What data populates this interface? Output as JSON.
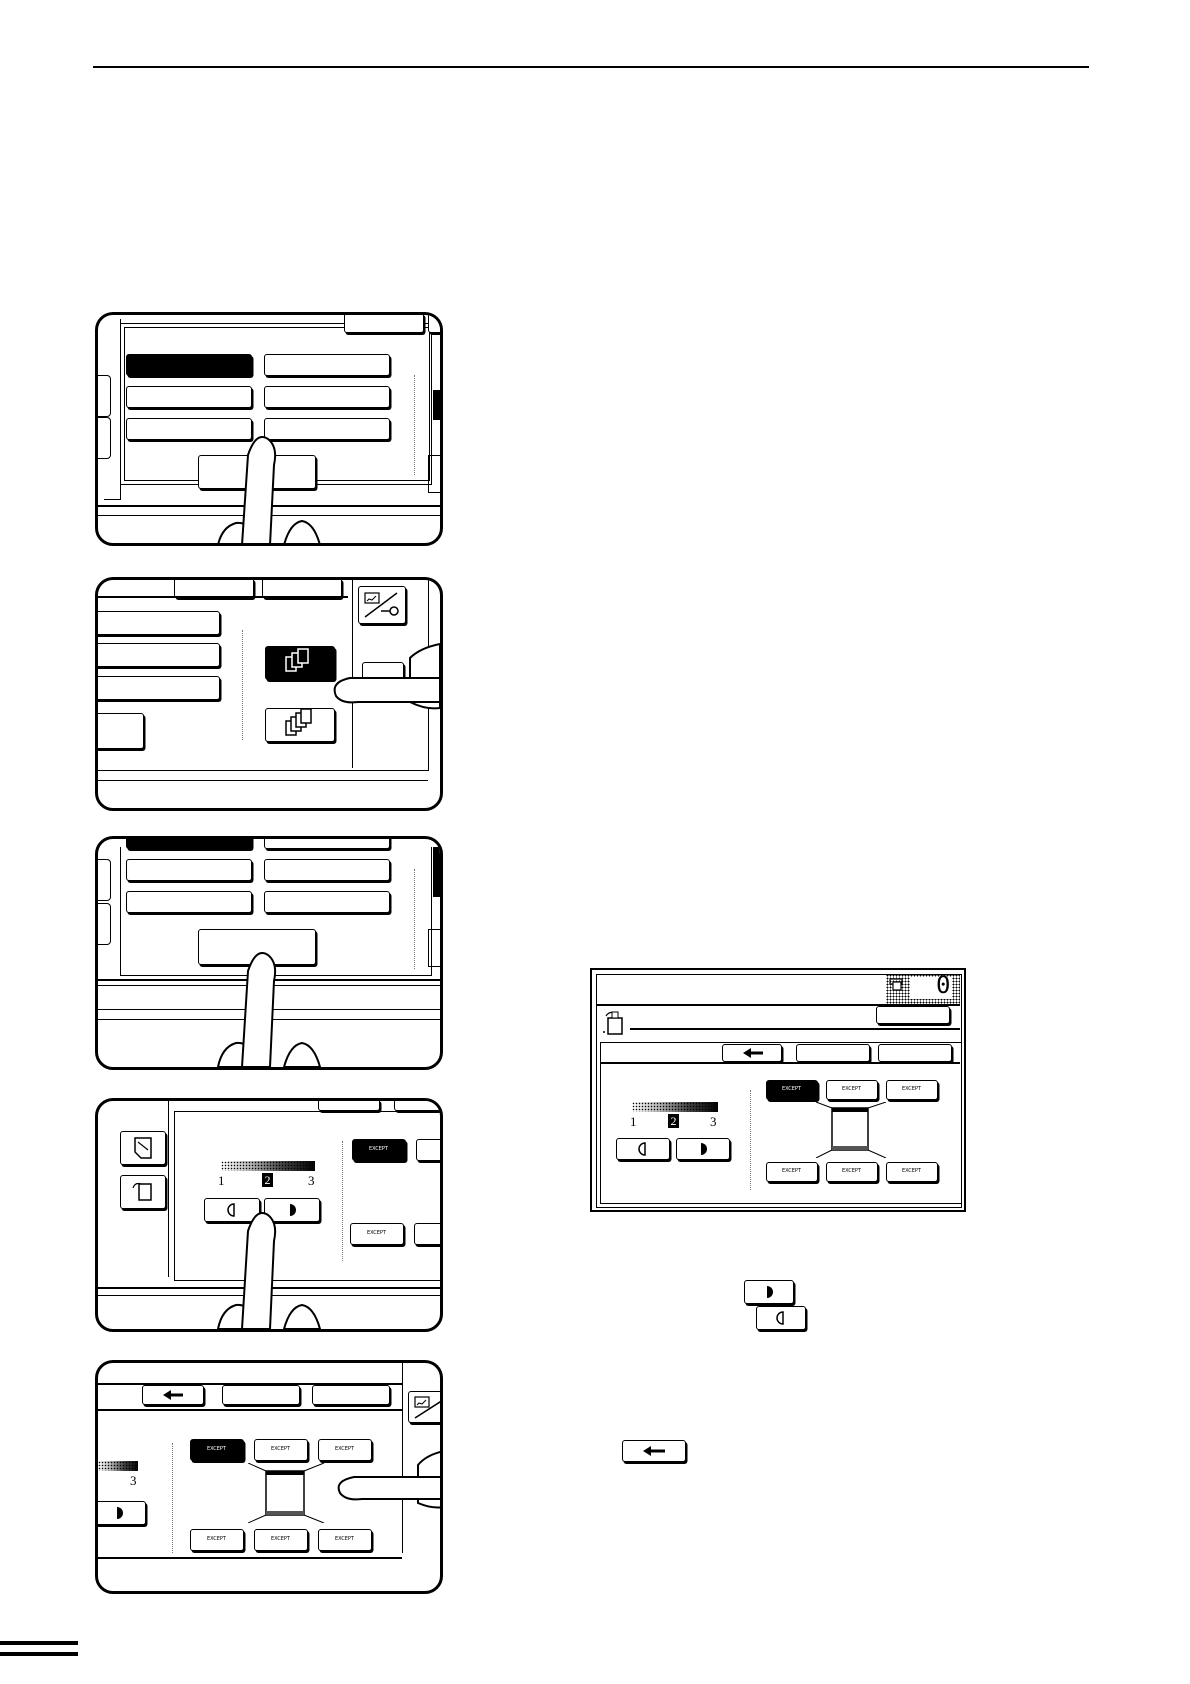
{
  "scale": {
    "n1": "1",
    "n2": "2",
    "n3": "3"
  },
  "counter": {
    "value": "0"
  },
  "small_label": "EXCEPT"
}
